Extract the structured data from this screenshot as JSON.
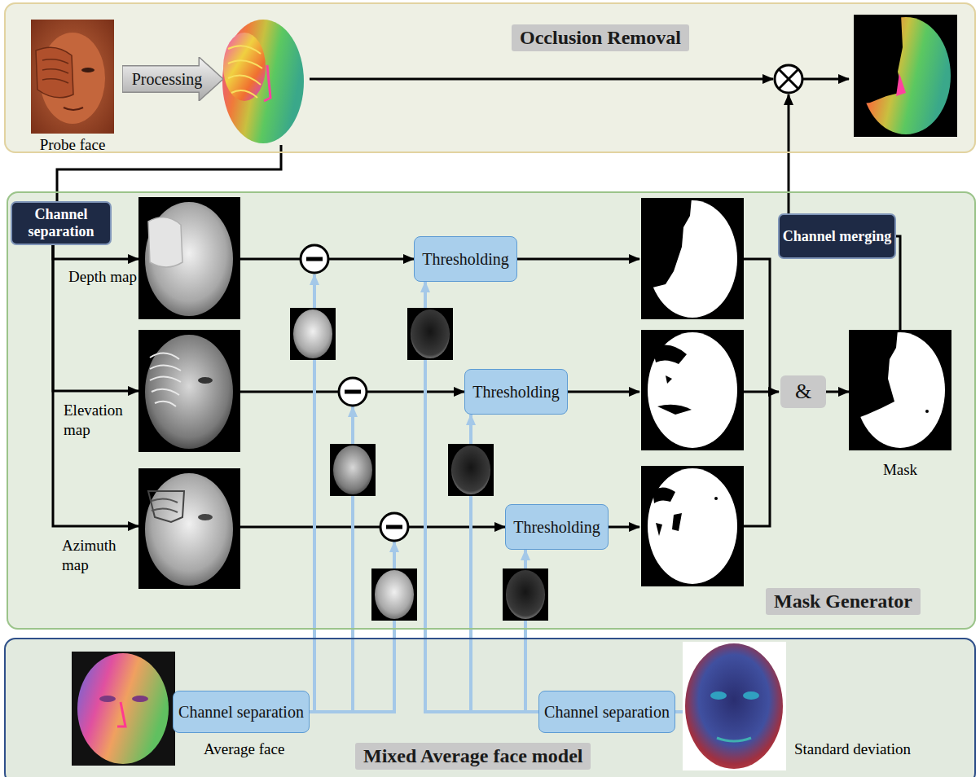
{
  "diagram": {
    "nodes": [
      {
        "text": [
          "Occlusion Removal"
        ]
      },
      {
        "text": [
          "Probe face"
        ],
        "in": 0
      },
      {
        "text": [
          "Processing"
        ],
        "in": 0
      },
      {
        "text": [
          "Mask Generator"
        ]
      },
      {
        "text": [
          "Channel separation"
        ],
        "in": 3
      },
      {
        "text": [
          "Depth map"
        ],
        "in": 3
      },
      {
        "text": [
          "Elevation map"
        ],
        "in": 3
      },
      {
        "text": [
          "Azimuth map"
        ],
        "in": 3
      },
      {
        "text": [
          "Thresholding"
        ],
        "in": 3
      },
      {
        "text": [
          "Thresholding"
        ],
        "in": 3
      },
      {
        "text": [
          "Thresholding"
        ],
        "in": 3
      },
      {
        "text": [
          "&"
        ],
        "in": 3
      },
      {
        "text": [
          "Mask"
        ],
        "in": 3
      },
      {
        "text": [
          "Channel merging"
        ],
        "in": 3
      },
      {
        "text": [
          "Mixed Average face model"
        ]
      },
      {
        "text": [
          "Average face"
        ],
        "in": 14
      },
      {
        "text": [
          "Channel separation"
        ],
        "in": 14
      },
      {
        "text": [
          "Channel separation"
        ],
        "in": 14
      },
      {
        "text": [
          "Standard deviation"
        ],
        "in": 14
      }
    ],
    "edges": [
      {
        "from": 4,
        "to": 5,
        "arrow": "to"
      },
      {
        "from": 4,
        "to": 6,
        "arrow": "to"
      },
      {
        "from": 4,
        "to": 7,
        "arrow": "to"
      },
      {
        "from": 5,
        "to": 8,
        "arrow": "to"
      },
      {
        "from": 6,
        "to": 9,
        "arrow": "to"
      },
      {
        "from": 7,
        "to": 10,
        "arrow": "to"
      },
      {
        "from": 11,
        "to": 12,
        "arrow": "to"
      },
      {
        "from": 12,
        "to": 13,
        "arrow": "none"
      },
      {
        "from": 15,
        "to": 16,
        "arrow": "none"
      },
      {
        "from": 18,
        "to": 17,
        "arrow": "none"
      },
      {
        "from": 17,
        "to": 8,
        "arrow": "to"
      },
      {
        "from": 17,
        "to": 9,
        "arrow": "to"
      },
      {
        "from": 17,
        "to": 10,
        "arrow": "to"
      }
    ]
  }
}
